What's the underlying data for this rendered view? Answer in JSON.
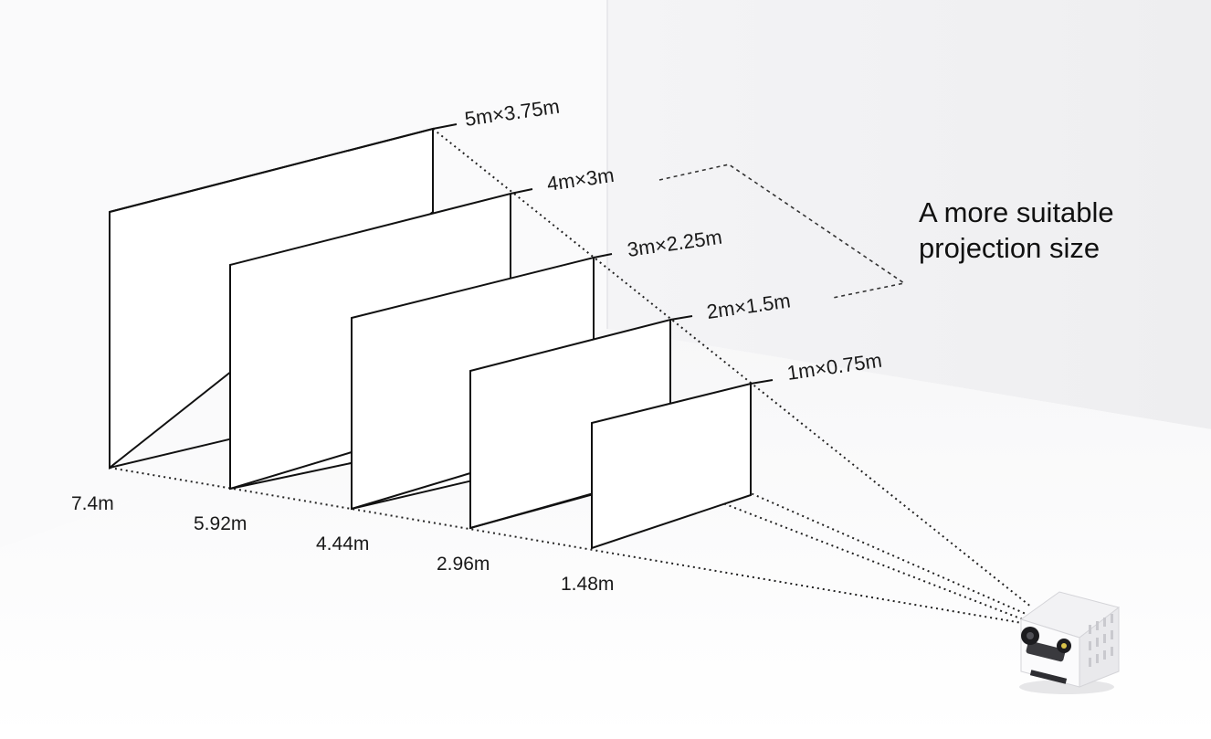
{
  "screens": [
    {
      "size": "5m×3.75m",
      "distance": "7.4m"
    },
    {
      "size": "4m×3m",
      "distance": "5.92m"
    },
    {
      "size": "3m×2.25m",
      "distance": "4.44m"
    },
    {
      "size": "2m×1.5m",
      "distance": "2.96m"
    },
    {
      "size": "1m×0.75m",
      "distance": "1.48m"
    }
  ],
  "callout": {
    "line1": "A more suitable",
    "line2": "projection size"
  },
  "icons": {
    "projector": "projector-icon"
  }
}
